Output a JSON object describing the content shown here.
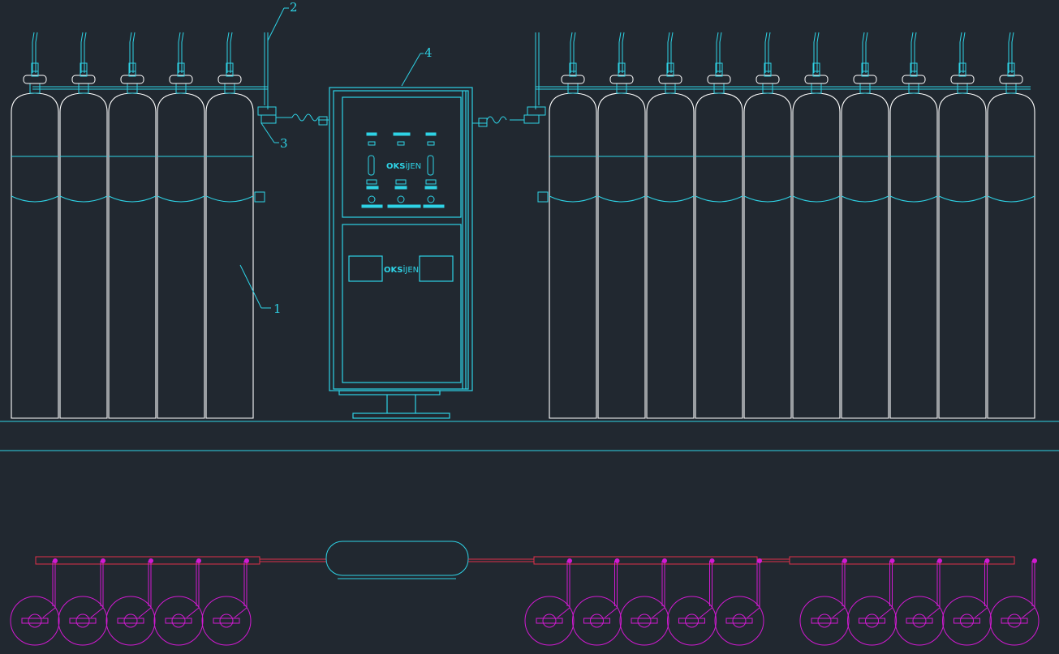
{
  "drawing": {
    "callouts": [
      {
        "id": "1",
        "text": "1"
      },
      {
        "id": "2",
        "text": "2"
      },
      {
        "id": "3",
        "text": "3"
      },
      {
        "id": "4",
        "text": "4"
      }
    ],
    "brand": {
      "bold_part": "OKS",
      "regular_part": "İJEN"
    },
    "left_bank_cylinders": 5,
    "right_bank_cylinders": 10,
    "colors": {
      "background": "#212830",
      "outline": "#ffffff",
      "cyan": "#2ed3e6",
      "magenta": "#d21ad2",
      "red": "#e0304a"
    }
  }
}
